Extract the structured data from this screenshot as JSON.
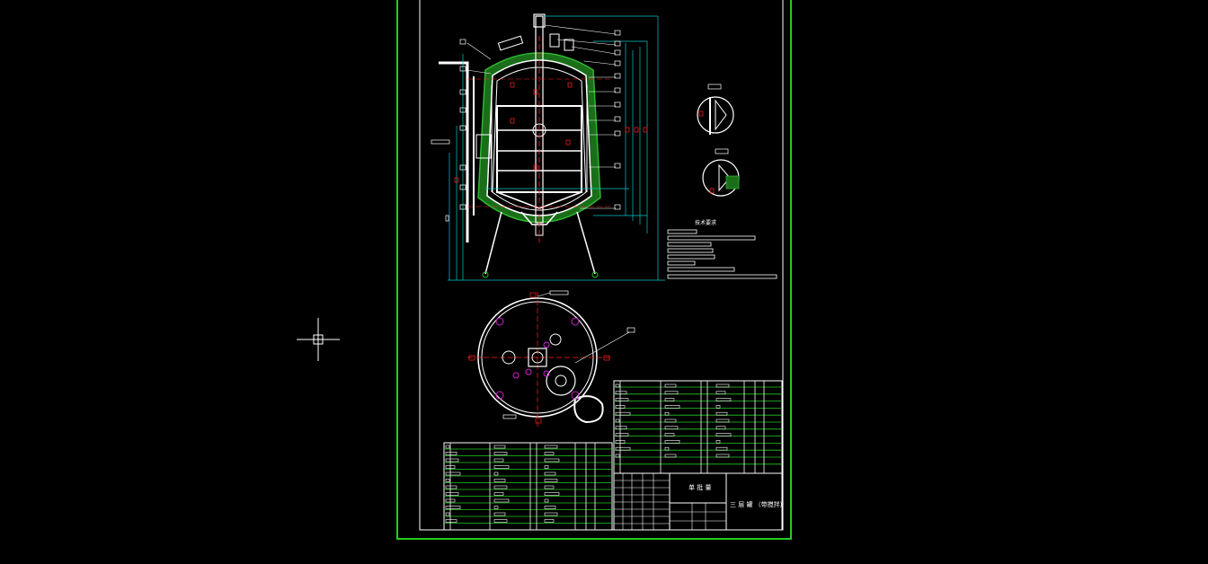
{
  "colors": {
    "background": "#000000",
    "sheet_border": "#22cc22",
    "geometry": "#ffffff",
    "dimension": "#00c8c8",
    "center_line": "#ff2020",
    "insulation": "#1f8f1f",
    "table_lines": "#22cc22",
    "nozzle_marks": "#d020d0"
  },
  "drawing": {
    "notes_heading": "技术要求",
    "title_block": {
      "company_label": "单 批 量",
      "drawing_title": "三 层 罐 （带搅拌）"
    }
  },
  "cursor": {
    "icon": "crosshair-cursor-icon"
  }
}
